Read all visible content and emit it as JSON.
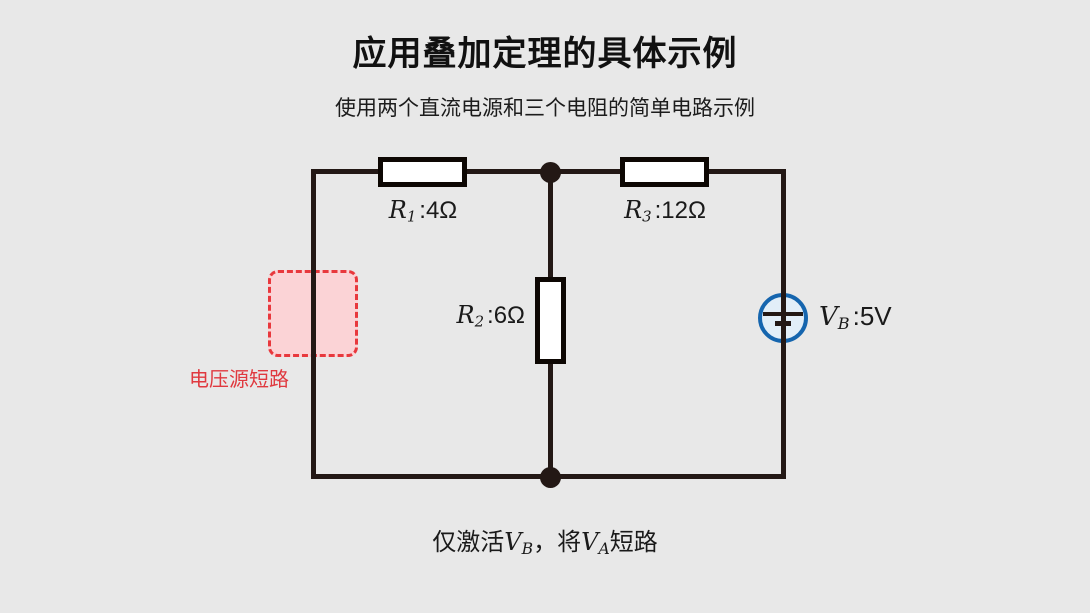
{
  "page": {
    "title": "应用叠加定理的具体示例",
    "subtitle": "使用两个直流电源和三个电阻的简单电路示例"
  },
  "circuit": {
    "r1": {
      "symbol": "R",
      "sub": "1",
      "value": ":4Ω"
    },
    "r2": {
      "symbol": "R",
      "sub": "2",
      "value": ":6Ω"
    },
    "r3": {
      "symbol": "R",
      "sub": "3",
      "value": ":12Ω"
    },
    "vb": {
      "symbol": "V",
      "sub": "B",
      "value": ":5V"
    },
    "short_label": "电压源短路"
  },
  "footer": {
    "seg1": "仅激活",
    "v1": {
      "symbol": "V",
      "sub": "B"
    },
    "seg2": "，将",
    "v2": {
      "symbol": "V",
      "sub": "A"
    },
    "seg3": "短路"
  },
  "colors": {
    "background": "#e8e8e8",
    "wire": "#231815",
    "source_stroke": "#1565ae",
    "source_fill": "#e2eef8",
    "highlight_border": "#e8383d",
    "highlight_fill": "#fbd3d6",
    "highlight_text": "#e0393f",
    "text": "#111111"
  }
}
